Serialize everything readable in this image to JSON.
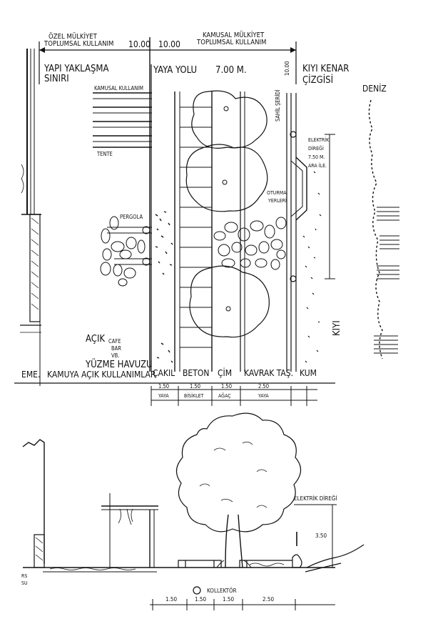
{
  "plan": {
    "ozel_line1": "ÖZEL MÜLKİYET",
    "ozel_line2": "TOPLUMSAL KULLANIM",
    "dim_left": "10.00",
    "dim_right": "10.00",
    "kamusal_line1": "KAMUSAL MÜLKİYET",
    "kamusal_line2": "TOPLUMSAL KULLANIM",
    "yapi_line1": "YAPI YAKLAŞMA",
    "yapi_line2": "SINIRI",
    "yaya_yolu": "YAYA YOLU",
    "yaya_width": "7.00 M.",
    "kiyi_kenar_line1": "KIYI KENAR",
    "kiyi_kenar_line2": "ÇİZGİSİ",
    "dim_10": "10.00",
    "deniz": "DENİZ",
    "kamusal_kullanim": "KAMUSAL KULLANIM",
    "sahil_serit": "SAHİL ŞERİDİ",
    "tente": "TENTE",
    "elektrik_direk_lines": [
      "ELEKTRİK",
      "DİREĞİ",
      "7.50 M.",
      "ARA İLE."
    ],
    "oturma_line1": "OTURMA",
    "oturma_line2": "YERLERİ",
    "pergola": "PERGOLA",
    "acik": "AÇIK",
    "cafe_lines": [
      "CAFE",
      "BAR",
      "VB."
    ],
    "yuzme_havuzu": "YÜZME HAVUZU",
    "kiyi": "KIYI",
    "eme": "EME.",
    "kamuya_acik": "KAMUYA AÇIK KULLANIMLAR",
    "materials": [
      "ÇAKIL",
      "BETON",
      "ÇİM",
      "KAVRAK TAŞ.",
      "KUM"
    ],
    "strip_dims": [
      "1.50",
      "1.50",
      "1.50",
      "2.50"
    ],
    "strip_uses": [
      "YAYA",
      "BİSİKLET",
      "AĞAÇ",
      "YAYA"
    ]
  },
  "section": {
    "elektrik_diregi": "ELEKTRİK DİREĞİ",
    "height": "3.50",
    "kolektor": "KOLLEKTÖR",
    "dims": [
      "1.50",
      "1.50",
      "1.50",
      "2.50"
    ],
    "rs_line1": "RS",
    "rs_line2": "SU"
  }
}
